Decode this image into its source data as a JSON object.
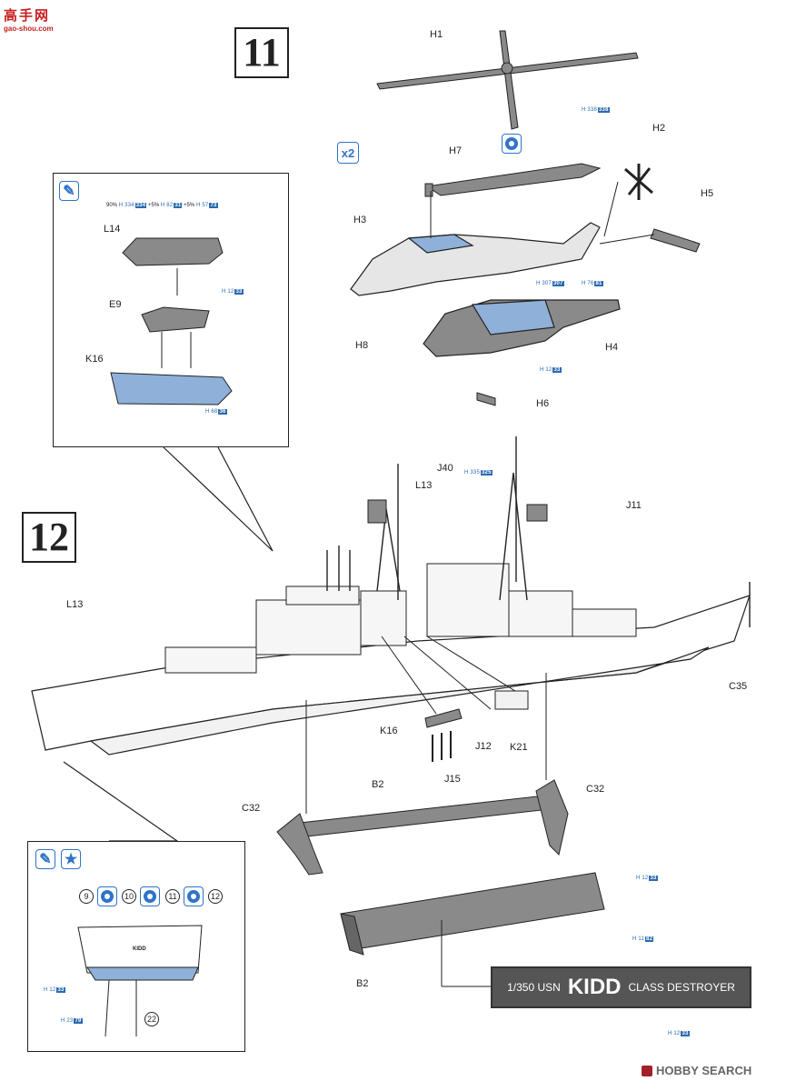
{
  "watermark": {
    "top": "高手网",
    "sub": "gao-shou.com"
  },
  "steps": {
    "step11": "11",
    "step12": "12"
  },
  "multiplier": "x2",
  "ratio_line": {
    "p1": "90%",
    "p1_h": "H 334",
    "p1_b": "334",
    "p2": "+5%",
    "p2_h": "H 82",
    "p2_b": "31",
    "p3": "+5%",
    "p3_h": "H 57",
    "p3_b": "73"
  },
  "parts": {
    "H1": "H1",
    "H2": "H2",
    "H3": "H3",
    "H4": "H4",
    "H5": "H5",
    "H6": "H6",
    "H7": "H7",
    "H8": "H8",
    "L14": "L14",
    "E9": "E9",
    "K16a": "K16",
    "K16b": "K16",
    "J40": "J40",
    "L13a": "L13",
    "L13b": "L13",
    "J11": "J11",
    "C35": "C35",
    "J12": "J12",
    "K21": "K21",
    "J15": "J15",
    "B2a": "B2",
    "B2b": "B2",
    "C32a": "C32",
    "C32b": "C32"
  },
  "codes": {
    "c1": {
      "h": "H 338",
      "b": "338"
    },
    "c2": {
      "h": "H 12",
      "b": "33"
    },
    "c3": {
      "h": "H 68",
      "b": "36"
    },
    "c4": {
      "h": "H 307",
      "b": "307"
    },
    "c5": {
      "h": "H 76",
      "b": "81"
    },
    "c6": {
      "h": "H 12",
      "b": "33"
    },
    "c7": {
      "h": "H 335",
      "b": "325"
    },
    "c8": {
      "h": "H 12",
      "b": "33"
    },
    "c9": {
      "h": "H 11",
      "b": "82"
    },
    "c10": {
      "h": "H 12",
      "b": "33"
    },
    "c11": {
      "h": "H 12",
      "b": "33"
    },
    "c12": {
      "h": "H 23",
      "b": "79"
    }
  },
  "inset2": {
    "n9": "9",
    "n10": "10",
    "n11": "11",
    "n12": "12",
    "n22": "22",
    "hull_text": "KIDD"
  },
  "nameplate": {
    "prefix": "1/350 USN",
    "name": "KIDD",
    "suffix": "CLASS DESTROYER"
  },
  "footer_logo": {
    "brand": "HOBBY SEARCH"
  },
  "colors": {
    "blue": "#2f74c8",
    "part_grey": "#8a8a8a",
    "part_blue": "#8fb0d8"
  }
}
